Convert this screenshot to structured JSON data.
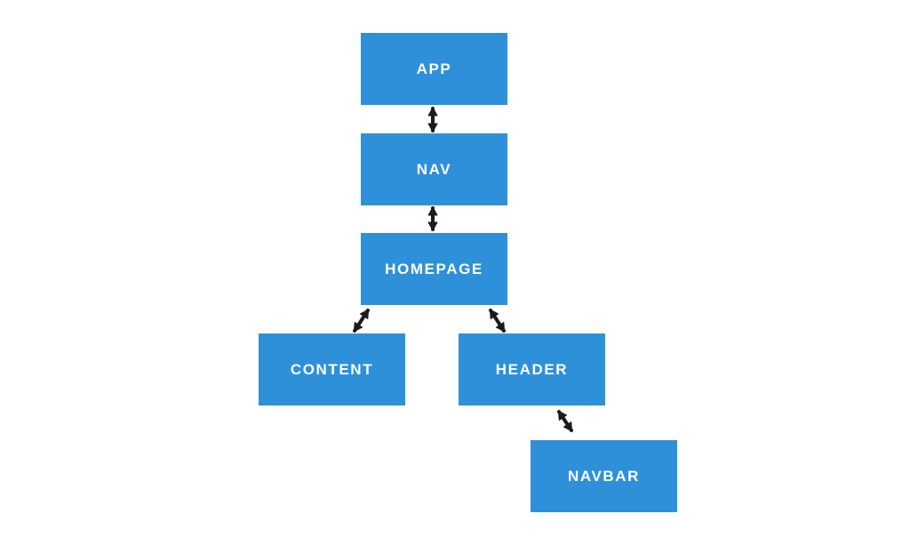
{
  "diagram": {
    "type": "component-hierarchy",
    "nodes": [
      {
        "id": "app",
        "label": "APP"
      },
      {
        "id": "nav",
        "label": "NAV"
      },
      {
        "id": "homepage",
        "label": "HOMEPAGE"
      },
      {
        "id": "content",
        "label": "CONTENT"
      },
      {
        "id": "header",
        "label": "HEADER"
      },
      {
        "id": "navbar",
        "label": "NAVBAR"
      }
    ],
    "edges": [
      {
        "from": "app",
        "to": "nav",
        "style": "double-headed-arrow"
      },
      {
        "from": "nav",
        "to": "homepage",
        "style": "double-headed-arrow"
      },
      {
        "from": "homepage",
        "to": "content",
        "style": "double-headed-arrow"
      },
      {
        "from": "homepage",
        "to": "header",
        "style": "double-headed-arrow"
      },
      {
        "from": "header",
        "to": "navbar",
        "style": "double-headed-arrow"
      }
    ],
    "colors": {
      "node_fill": "#2E90D9",
      "node_text": "#FFFFFF",
      "arrow": "#1B1B1B",
      "background": "#FFFFFF"
    }
  }
}
